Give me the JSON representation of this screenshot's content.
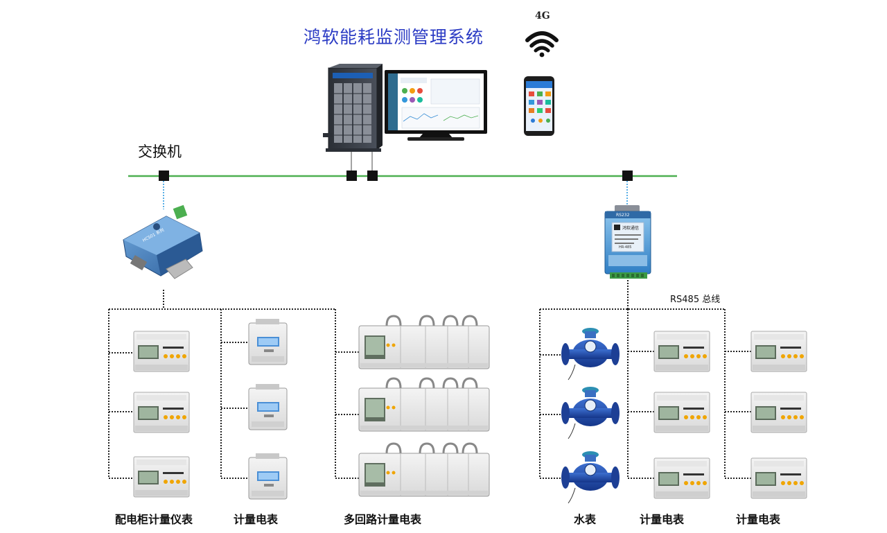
{
  "title": "鸿软能耗监测管理系统",
  "network_label": "4G",
  "switch_label": "交换机",
  "bus_label": "RS485 总线",
  "device_texts": {
    "gateway_left": "HCS01 系列",
    "converter_badge": "RS232",
    "converter_brand": "鸿软通信",
    "converter_model": "HR-485"
  },
  "captions": {
    "cabinet_meter": "配电柜计量仪表",
    "energy_meter_1": "计量电表",
    "multi_loop_meter": "多回路计量电表",
    "water_meter": "水表",
    "energy_meter_2": "计量电表",
    "energy_meter_3": "计量电表"
  },
  "colors": {
    "title": "#2b3bc4",
    "network_line": "#4caf50",
    "node": "#111111",
    "bus_dotted": "#222222",
    "water_meter": "#1f4fa8",
    "device_blue": "#3a8fd6"
  }
}
